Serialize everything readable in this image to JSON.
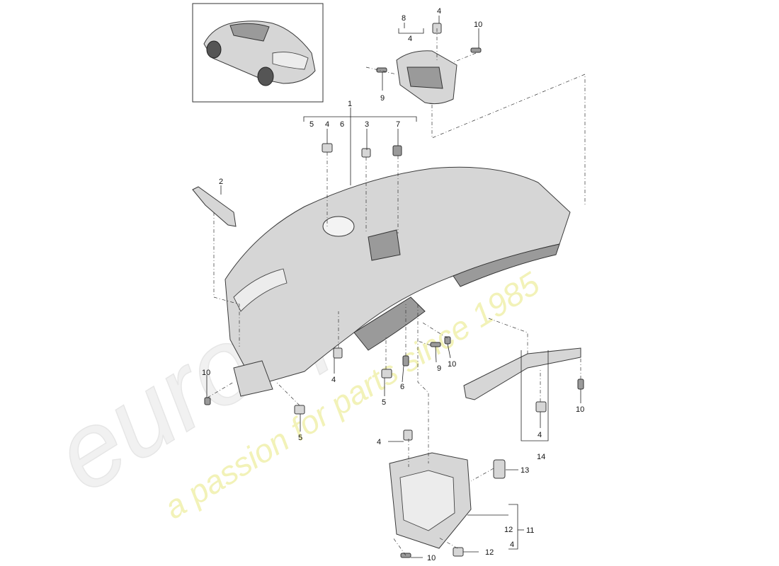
{
  "watermark": {
    "brand": "eurospares",
    "tagline": "a passion for parts since 1985"
  },
  "callouts": [
    {
      "id": "c1",
      "text": "1"
    },
    {
      "id": "c2",
      "text": "2"
    },
    {
      "id": "c3-top",
      "text": "3"
    },
    {
      "id": "c4-top-left",
      "text": "4"
    },
    {
      "id": "c5-top",
      "text": "5"
    },
    {
      "id": "c6-top",
      "text": "6"
    },
    {
      "id": "c7",
      "text": "7"
    },
    {
      "id": "c8",
      "text": "8"
    },
    {
      "id": "c4-under-8",
      "text": "4"
    },
    {
      "id": "c4-bracket",
      "text": "4"
    },
    {
      "id": "c10-top",
      "text": "10"
    },
    {
      "id": "c9-top",
      "text": "9"
    },
    {
      "id": "c10-left",
      "text": "10"
    },
    {
      "id": "c4-lower-left",
      "text": "4"
    },
    {
      "id": "c5-lower-mid",
      "text": "5"
    },
    {
      "id": "c6-lower",
      "text": "6"
    },
    {
      "id": "c9-lower",
      "text": "9"
    },
    {
      "id": "c10-mid",
      "text": "10"
    },
    {
      "id": "c5-lower-left",
      "text": "5"
    },
    {
      "id": "c10-right",
      "text": "10"
    },
    {
      "id": "c4-right",
      "text": "4"
    },
    {
      "id": "c14",
      "text": "14"
    },
    {
      "id": "c4-console",
      "text": "4"
    },
    {
      "id": "c13",
      "text": "13"
    },
    {
      "id": "c12-a",
      "text": "12"
    },
    {
      "id": "c11",
      "text": "11"
    },
    {
      "id": "c4-console-right",
      "text": "4"
    },
    {
      "id": "c12-b",
      "text": "12"
    },
    {
      "id": "c10-bottom",
      "text": "10"
    }
  ]
}
